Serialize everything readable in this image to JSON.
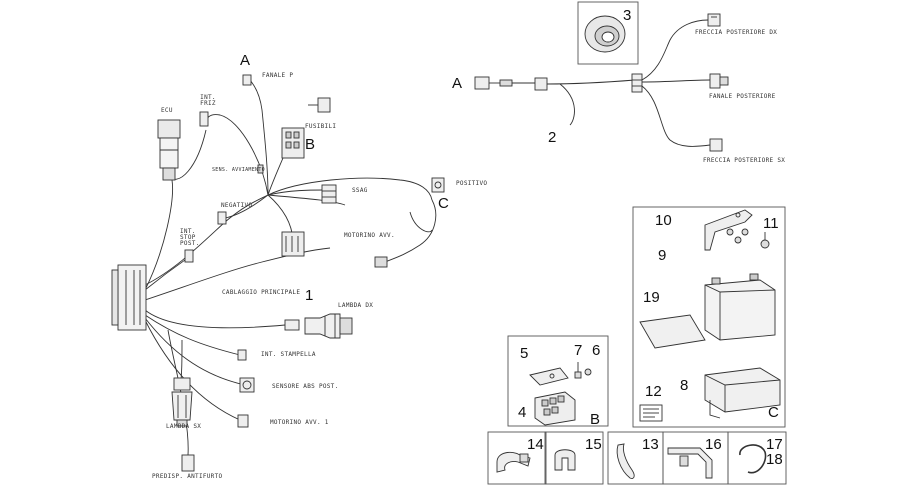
{
  "labels": {
    "A_top": "A",
    "A_right": "A",
    "B_main": "B",
    "B_box": "B",
    "C_main": "C",
    "C_box": "C",
    "n1": "1",
    "n2": "2",
    "n3": "3",
    "n4": "4",
    "n5": "5",
    "n6": "6",
    "n7": "7",
    "n8": "8",
    "n9": "9",
    "n10": "10",
    "n11": "11",
    "n12": "12",
    "n13": "13",
    "n14": "14",
    "n15": "15",
    "n16": "16",
    "n17": "17",
    "n18": "18",
    "n19": "19"
  },
  "components": {
    "ecu": "ECU",
    "int_frizione": "INT. FRIZ",
    "fanale_p": "FANALE P",
    "fusibili": "FUSIBILI",
    "sens_avv": "SENS. AVVIAMENTO",
    "positivo": "POSITIVO",
    "negativo": "NEGATIVO",
    "int_stop": "INT. STOP POST.",
    "ssag": "SSAG",
    "motorino_avv": "MOTORINO AVV.",
    "cablaggio": "CABLAGGIO PRINCIPALE",
    "lambda_dx": "LAMBDA DX",
    "int_stampella": "INT. STAMPELLA",
    "sensore_abs": "SENSORE ABS POST.",
    "motorino_avv_1": "MOTORINO AVV. 1",
    "lambda_sx": "LAMBDA SX",
    "predisp": "PREDISP. ANTIFURTO",
    "freccia_dx": "FRECCIA POSTERIORE DX",
    "fanale_post": "FANALE POSTERIORE",
    "freccia_sx": "FRECCIA POSTERIORE SX"
  }
}
